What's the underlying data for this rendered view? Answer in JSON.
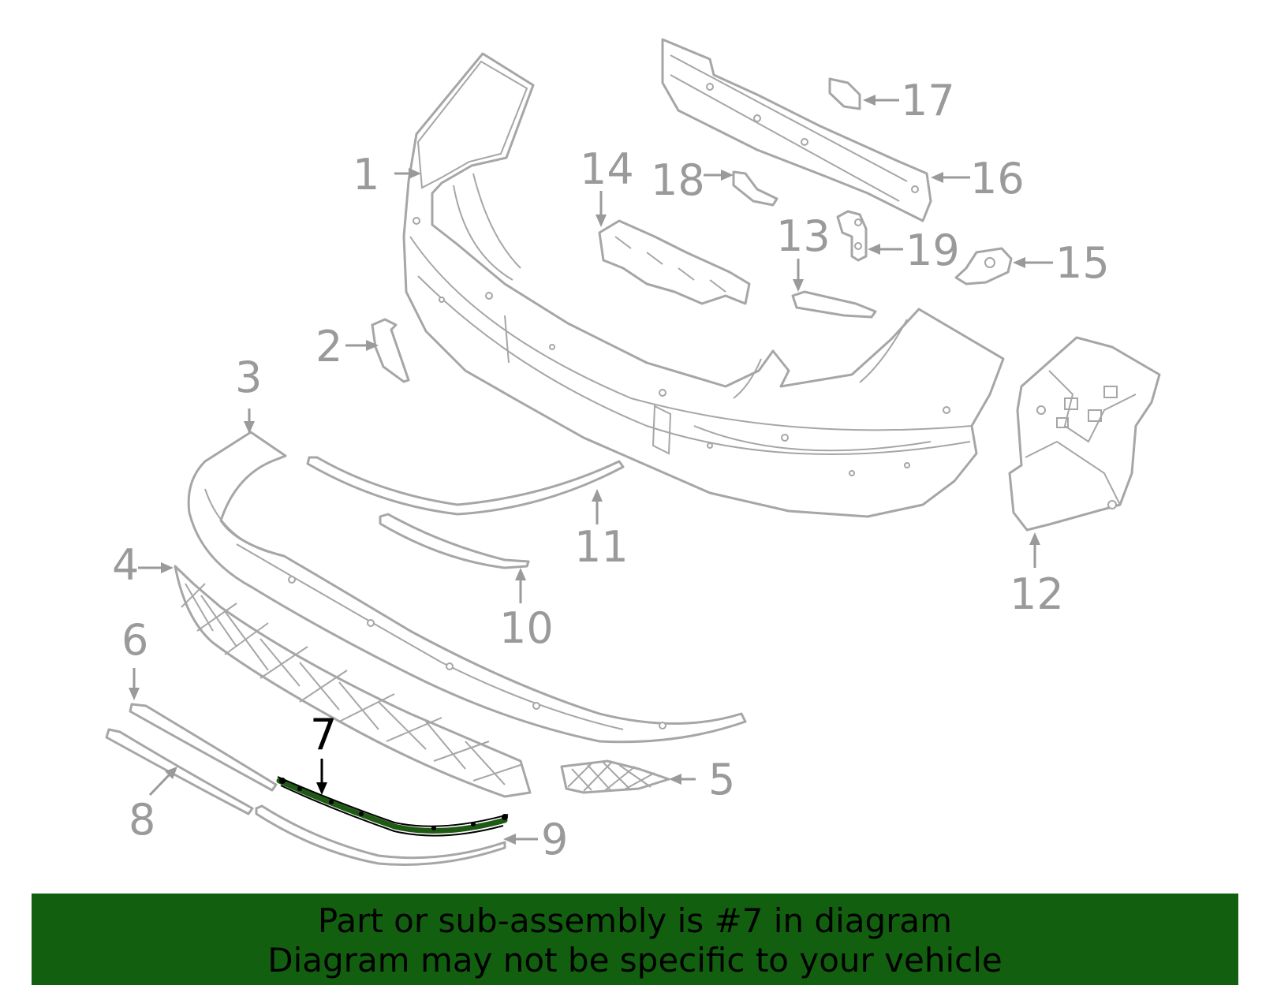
{
  "callouts": [
    {
      "id": 1,
      "label": "1"
    },
    {
      "id": 2,
      "label": "2"
    },
    {
      "id": 3,
      "label": "3"
    },
    {
      "id": 4,
      "label": "4"
    },
    {
      "id": 5,
      "label": "5"
    },
    {
      "id": 6,
      "label": "6"
    },
    {
      "id": 7,
      "label": "7",
      "highlighted": true
    },
    {
      "id": 8,
      "label": "8"
    },
    {
      "id": 9,
      "label": "9"
    },
    {
      "id": 10,
      "label": "10"
    },
    {
      "id": 11,
      "label": "11"
    },
    {
      "id": 12,
      "label": "12"
    },
    {
      "id": 13,
      "label": "13"
    },
    {
      "id": 14,
      "label": "14"
    },
    {
      "id": 15,
      "label": "15"
    },
    {
      "id": 16,
      "label": "16"
    },
    {
      "id": 17,
      "label": "17"
    },
    {
      "id": 18,
      "label": "18"
    },
    {
      "id": 19,
      "label": "19"
    }
  ],
  "banner": {
    "line1": "Part or sub-assembly is #7 in diagram",
    "line2": "Diagram may not be specific to your vehicle"
  },
  "colors": {
    "banner_bg": "#12600f",
    "part_stroke": "#a6a6a6",
    "highlight_part": "#1f5a14",
    "highlight_label": "#000000"
  }
}
